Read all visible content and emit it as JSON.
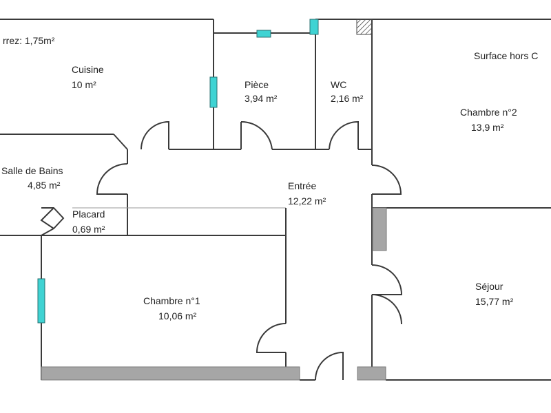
{
  "rooms": {
    "entresol": {
      "label": "rrez: 1,75m²"
    },
    "cuisine": {
      "name": "Cuisine",
      "area": "10  m²"
    },
    "piece": {
      "name": "Pièce",
      "area": "3,94  m²"
    },
    "wc": {
      "name": "WC",
      "area": "2,16  m²"
    },
    "surface_hors": {
      "label": "Surface hors C"
    },
    "chambre2": {
      "name": "Chambre n°2",
      "area": "13,9  m²"
    },
    "salle_de_bains": {
      "name": "Salle de Bains",
      "area": "4,85  m²"
    },
    "entree": {
      "name": "Entrée",
      "area": "12,22  m²"
    },
    "placard": {
      "name": "Placard",
      "area": "0,69  m²"
    },
    "chambre1": {
      "name": "Chambre n°1",
      "area": "10,06  m²"
    },
    "sejour": {
      "name": "Séjour",
      "area": "15,77  m²"
    }
  },
  "colors": {
    "window": "#3fd3d3",
    "wall": "#3a3a3a",
    "slab": "#a6a6a6"
  }
}
